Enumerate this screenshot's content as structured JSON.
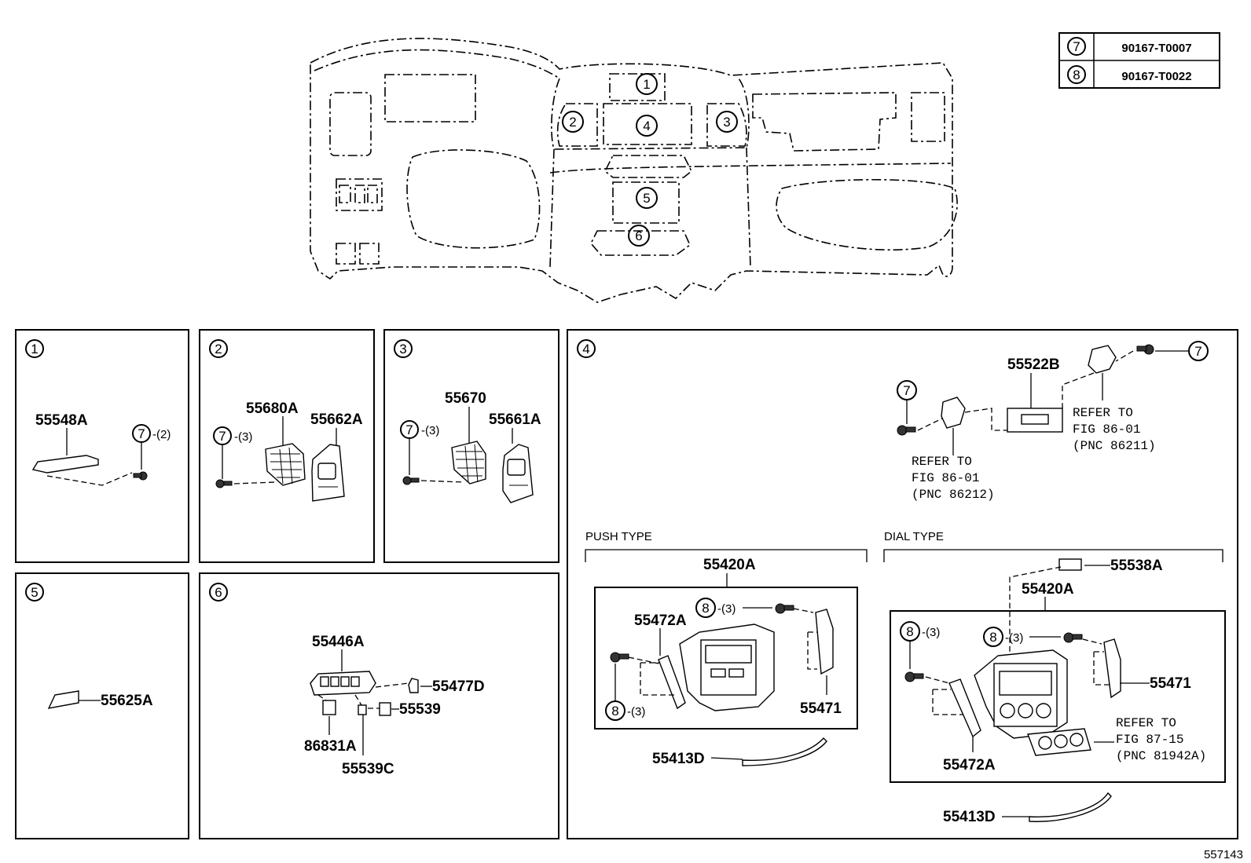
{
  "legend": [
    {
      "circle": "7",
      "part": "90167-T0007"
    },
    {
      "circle": "8",
      "part": "90167-T0022"
    }
  ],
  "overview_callouts": [
    "1",
    "2",
    "3",
    "4",
    "5",
    "6"
  ],
  "panels": {
    "p1": {
      "num": "1",
      "part": "55548A",
      "screw": "7",
      "qty": "-(2)"
    },
    "p2": {
      "num": "2",
      "part_vent": "55680A",
      "part_cover": "55662A",
      "screw": "7",
      "qty": "-(3)"
    },
    "p3": {
      "num": "3",
      "part_vent": "55670",
      "part_cover": "55661A",
      "screw": "7",
      "qty": "-(3)"
    },
    "p4": {
      "num": "4",
      "part_clock": "55522B",
      "screw": "7",
      "refer_left": [
        "REFER TO",
        "FIG 86-01",
        "(PNC 86212)"
      ],
      "refer_right": [
        "REFER TO",
        "FIG 86-01",
        "(PNC 86211)"
      ],
      "push_type": {
        "label": "PUSH TYPE",
        "panel": "55420A",
        "trim_left": "55472A",
        "trim_right": "55471",
        "strip": "55413D",
        "screw": "8",
        "qty": "-(3)"
      },
      "dial_type": {
        "label": "DIAL TYPE",
        "switch": "55538A",
        "panel": "55420A",
        "trim_left": "55472A",
        "trim_right": "55471",
        "strip": "55413D",
        "screw": "8",
        "qty": "-(3)",
        "refer": [
          "REFER TO",
          "FIG 87-15",
          "(PNC 81942A)"
        ]
      }
    },
    "p5": {
      "num": "5",
      "part": "55625A"
    },
    "p6": {
      "num": "6",
      "part_switch": "55446A",
      "part_plug": "55477D",
      "part_cover": "55539",
      "part_cover_c": "55539C",
      "part_lamp": "86831A"
    }
  },
  "figure_id": "557143"
}
